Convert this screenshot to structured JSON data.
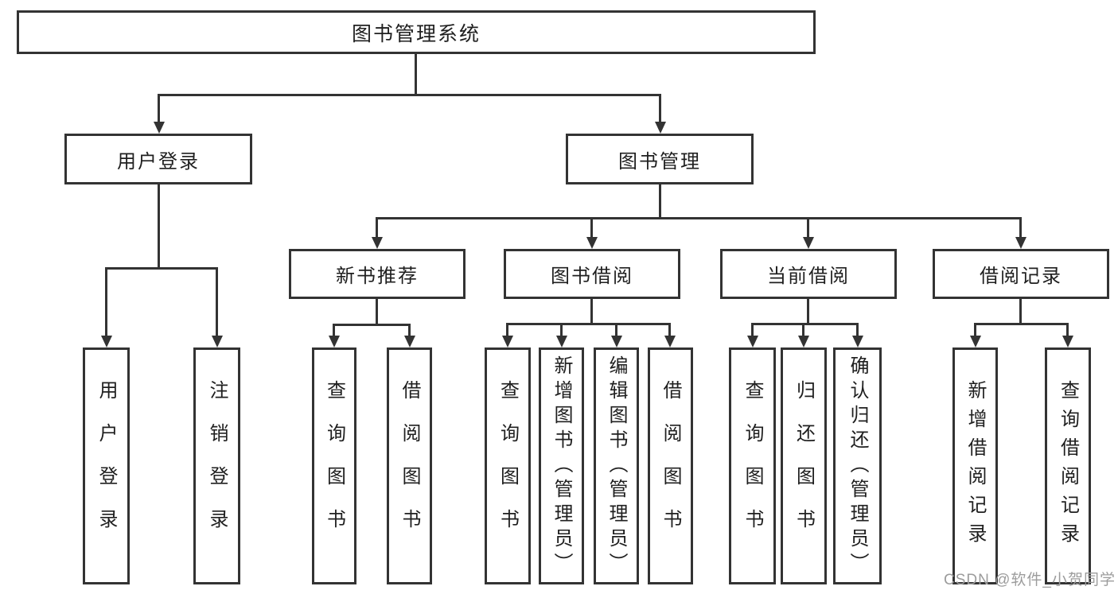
{
  "diagram": {
    "nodes": {
      "root": "图书管理系统",
      "user_login": "用户登录",
      "book_mgmt": "图书管理",
      "new_book_rec": "新书推荐",
      "book_borrow": "图书借阅",
      "current_borrow": "当前借阅",
      "borrow_record": "借阅记录"
    },
    "leaves": {
      "user_login": [
        "用户登录",
        "注销登录"
      ],
      "new_book_rec": [
        "查询图书",
        "借阅图书"
      ],
      "book_borrow": [
        "查询图书",
        "新增图书（管理员）",
        "编辑图书（管理员）",
        "借阅图书"
      ],
      "current_borrow": [
        "查询图书",
        "归还图书",
        "确认归还（管理员）"
      ],
      "borrow_record": [
        "新增借阅记录",
        "查询借阅记录"
      ]
    },
    "watermark": "CSDN @软件_小贺同学",
    "colors": {
      "line": "#333333",
      "text": "#1f1f1f",
      "background": "#ffffff",
      "watermark": "#9c9c9c"
    }
  }
}
